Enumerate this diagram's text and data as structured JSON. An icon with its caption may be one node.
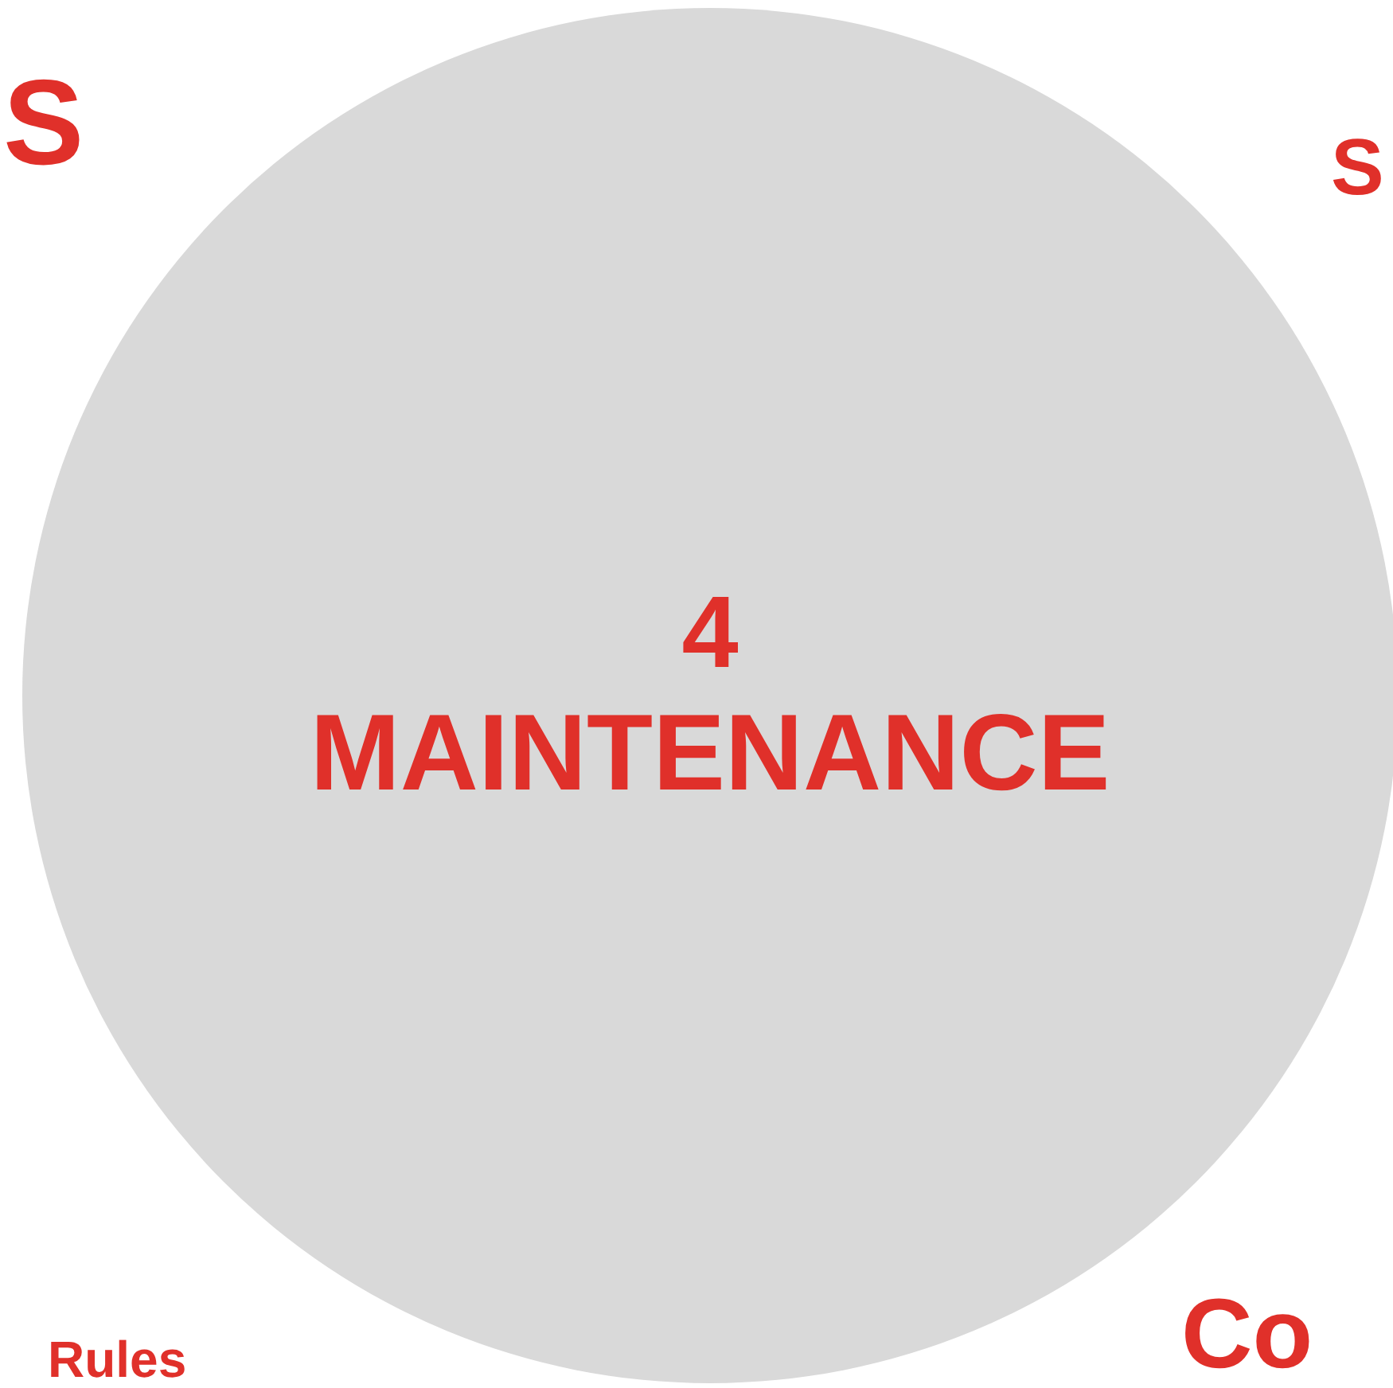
{
  "diagram": {
    "nodes": [
      {
        "text": [
          "4",
          "MAINTENANCE"
        ]
      }
    ],
    "labels": [
      "S",
      "S",
      "Rules",
      "Co"
    ]
  }
}
